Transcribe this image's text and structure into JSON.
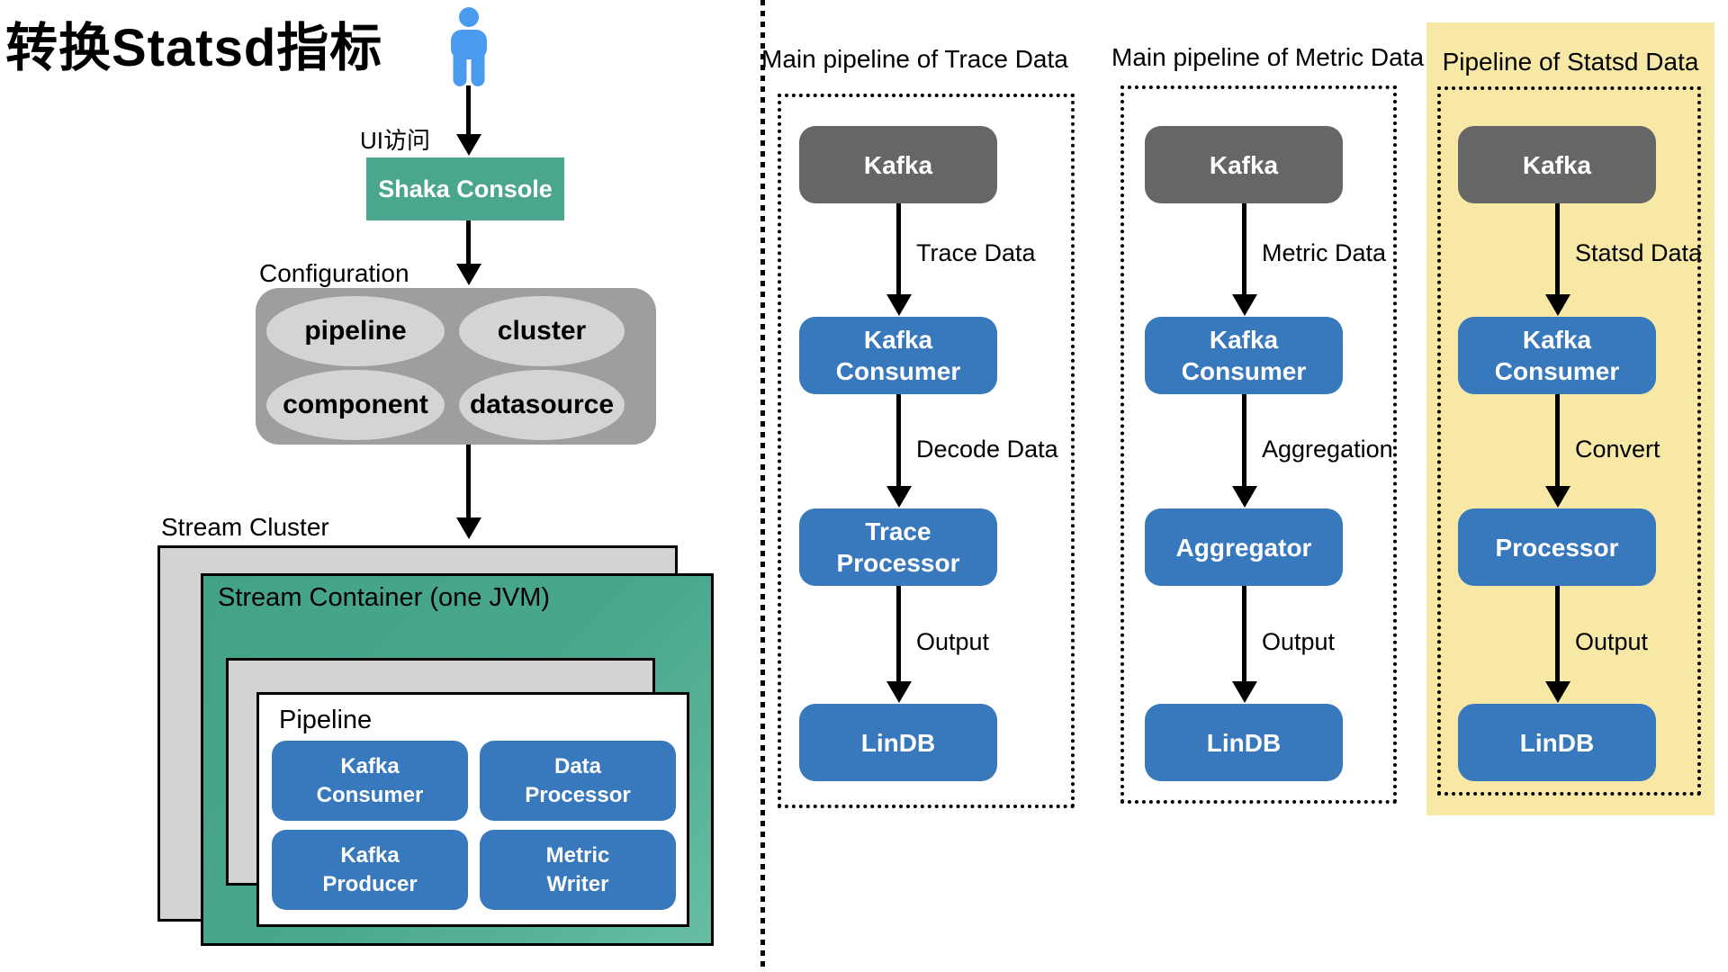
{
  "page_title": "转换Statsd指标",
  "actor": {
    "access_label": "UI访问"
  },
  "console": {
    "label": "Shaka Console"
  },
  "configuration": {
    "label": "Configuration",
    "items": [
      "pipeline",
      "cluster",
      "component",
      "datasource"
    ]
  },
  "stream_cluster": {
    "label": "Stream Cluster",
    "container_label": "Stream Container (one JVM)",
    "pipeline_label": "Pipeline",
    "components": [
      {
        "line1": "Kafka",
        "line2": "Consumer"
      },
      {
        "line1": "Data",
        "line2": "Processor"
      },
      {
        "line1": "Kafka",
        "line2": "Producer"
      },
      {
        "line1": "Metric",
        "line2": "Writer"
      }
    ]
  },
  "pipelines": [
    {
      "title": "Main pipeline of Trace Data",
      "highlighted": false,
      "nodes": [
        {
          "line1": "Kafka",
          "line2": ""
        },
        {
          "line1": "Kafka",
          "line2": "Consumer"
        },
        {
          "line1": "Trace",
          "line2": "Processor"
        },
        {
          "line1": "LinDB",
          "line2": ""
        }
      ],
      "edges": [
        "Trace Data",
        "Decode Data",
        "Output"
      ]
    },
    {
      "title": "Main pipeline of Metric Data",
      "highlighted": false,
      "nodes": [
        {
          "line1": "Kafka",
          "line2": ""
        },
        {
          "line1": "Kafka",
          "line2": "Consumer"
        },
        {
          "line1": "Aggregator",
          "line2": ""
        },
        {
          "line1": "LinDB",
          "line2": ""
        }
      ],
      "edges": [
        "Metric Data",
        "Aggregation",
        "Output"
      ]
    },
    {
      "title": "Pipeline of Statsd Data",
      "highlighted": true,
      "nodes": [
        {
          "line1": "Kafka",
          "line2": ""
        },
        {
          "line1": "Kafka",
          "line2": "Consumer"
        },
        {
          "line1": "Processor",
          "line2": ""
        },
        {
          "line1": "LinDB",
          "line2": ""
        }
      ],
      "edges": [
        "Statsd Data",
        "Convert",
        "Output"
      ]
    }
  ],
  "colors": {
    "teal_green": "#4AA68D",
    "node_blue": "#3878BD",
    "kafka_gray": "#666666",
    "highlight_yellow": "#F8E8A6",
    "person_blue": "#4A9AEF",
    "config_panel_gray": "#9E9EA0",
    "ellipse_gray": "#D4D4D4",
    "layer_gray": "#D3D3D3"
  }
}
